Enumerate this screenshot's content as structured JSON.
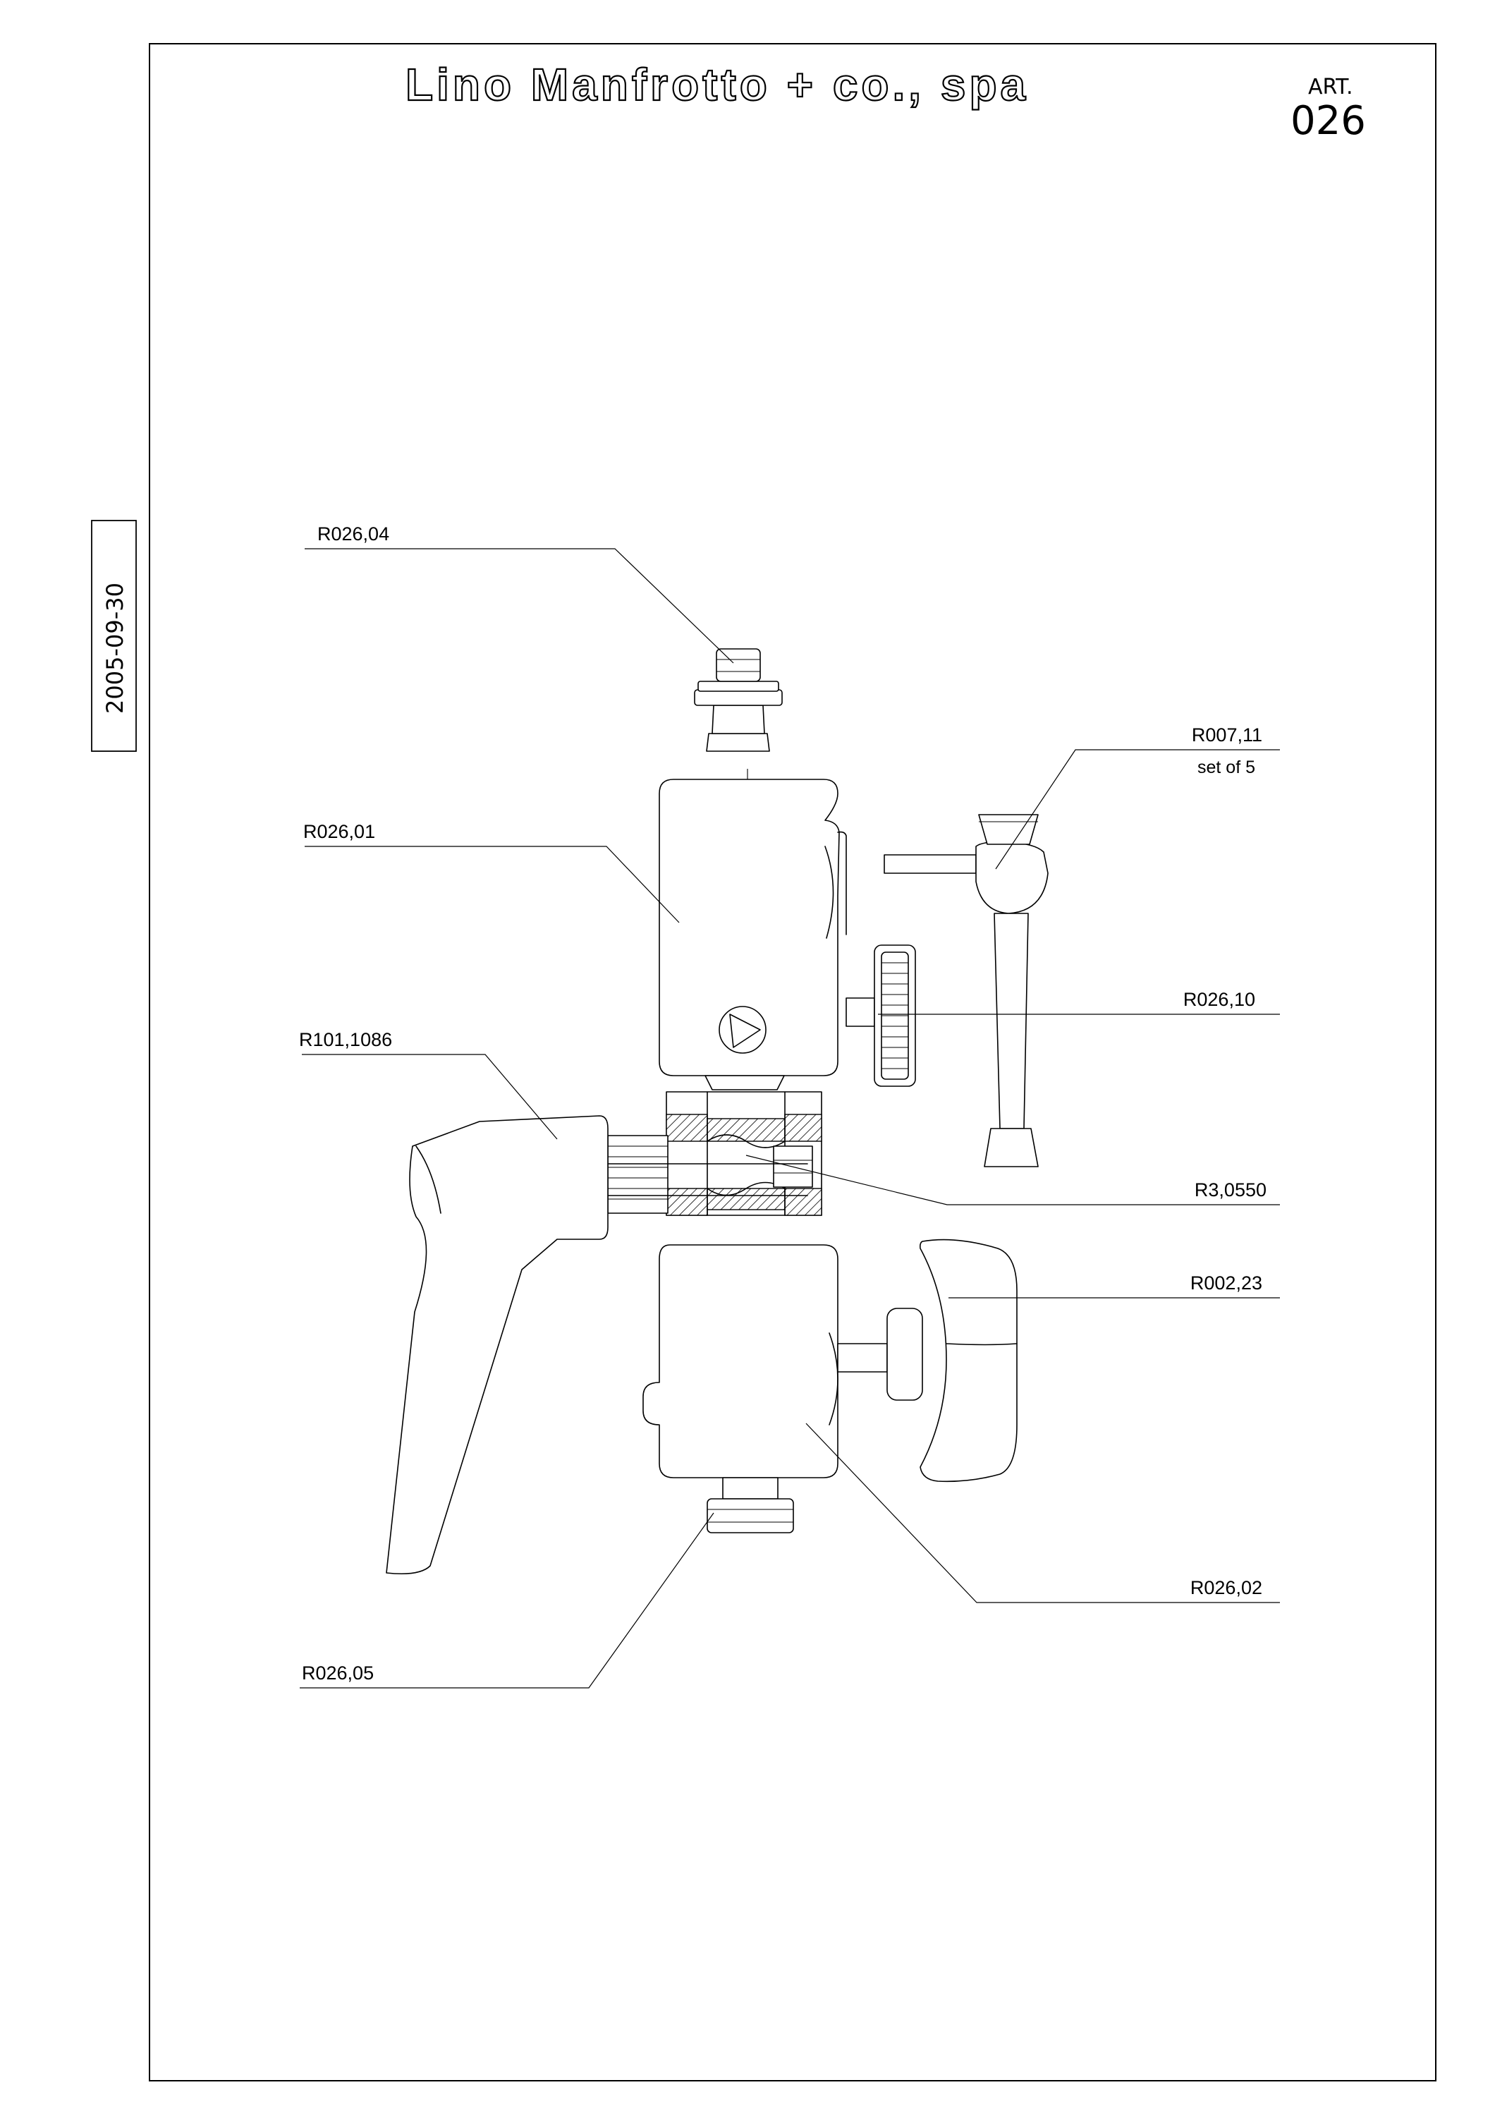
{
  "header": {
    "company": "Lino Manfrotto + co., spa",
    "art_label": "ART.",
    "art_number": "026"
  },
  "date_stamp": "2005-09-30",
  "callouts": {
    "r026_04": "R026,04",
    "r007_11": "R007,11",
    "r007_11_note": "set of 5",
    "r026_01": "R026,01",
    "r026_10": "R026,10",
    "r101_1086": "R101,1086",
    "r3_0550": "R3,0550",
    "r002_23": "R002,23",
    "r026_02": "R026,02",
    "r026_05": "R026,05"
  }
}
